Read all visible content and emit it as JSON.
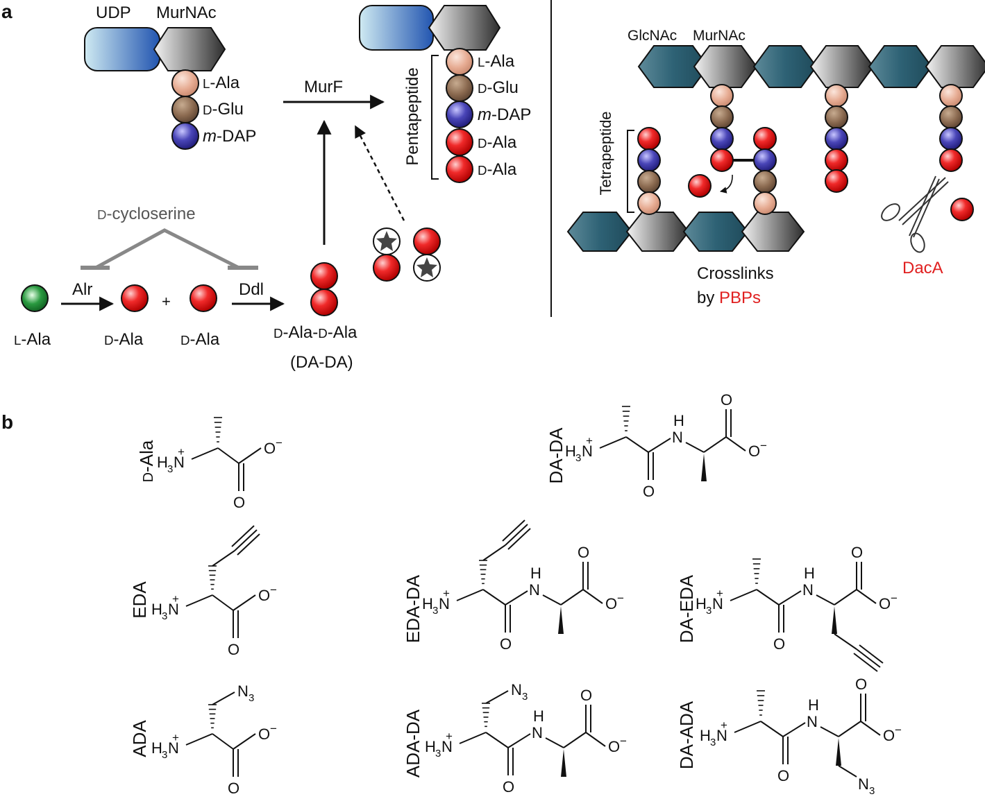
{
  "panels": {
    "a": "a",
    "b": "b"
  },
  "colors": {
    "udp_blue": "#2a5bb5",
    "glcnac_teal": "#2e6275",
    "d_ala_red": "#e01818",
    "l_ala_green": "#1f8a35",
    "l_ala_peach": "#e4a98f",
    "d_glu_brown": "#8b6a50",
    "m_dap_purple": "#4a46a8",
    "inhibitor_gray": "#888888",
    "enzyme_red": "#e02020"
  },
  "panel_a": {
    "udp": "UDP",
    "murnac_top": "MurNAc",
    "l_ala_prefix": "L",
    "l_ala_suffix": "-Ala",
    "d_glu_prefix": "D",
    "d_glu_suffix": "-Glu",
    "m_dap_m": "m",
    "m_dap_suffix": "-DAP",
    "murf": "MurF",
    "pentapeptide": "Pentapeptide",
    "d_ala_prefix": "D",
    "d_ala_suffix": "-Ala",
    "dcycloserine_prefix": "D",
    "dcycloserine_suffix": "-cycloserine",
    "alr": "Alr",
    "ddl": "Ddl",
    "plus": "+",
    "daDa_mid": "-Ala-",
    "daDa_end": "-Ala",
    "dada_paren": "(DA-DA)",
    "glcnac": "GlcNAc",
    "murnac_right": "MurNAc",
    "tetrapeptide": "Tetrapeptide",
    "crosslinks": "Crosslinks",
    "by": "by ",
    "pbps": "PBPs",
    "daca": "DacA"
  },
  "panel_b": {
    "names": {
      "d_ala_prefix": "D",
      "d_ala_suffix": "-Ala",
      "dada": "DA-DA",
      "eda": "EDA",
      "edada": "EDA-DA",
      "daeda": "DA-EDA",
      "ada": "ADA",
      "adada": "ADA-DA",
      "daada": "DA-ADA"
    },
    "atoms": {
      "h3": "H",
      "three": "3",
      "n": "N",
      "plus": "+",
      "o": "O",
      "minus": "−",
      "h": "H",
      "n3_n": "N",
      "n3_3": "3"
    }
  }
}
